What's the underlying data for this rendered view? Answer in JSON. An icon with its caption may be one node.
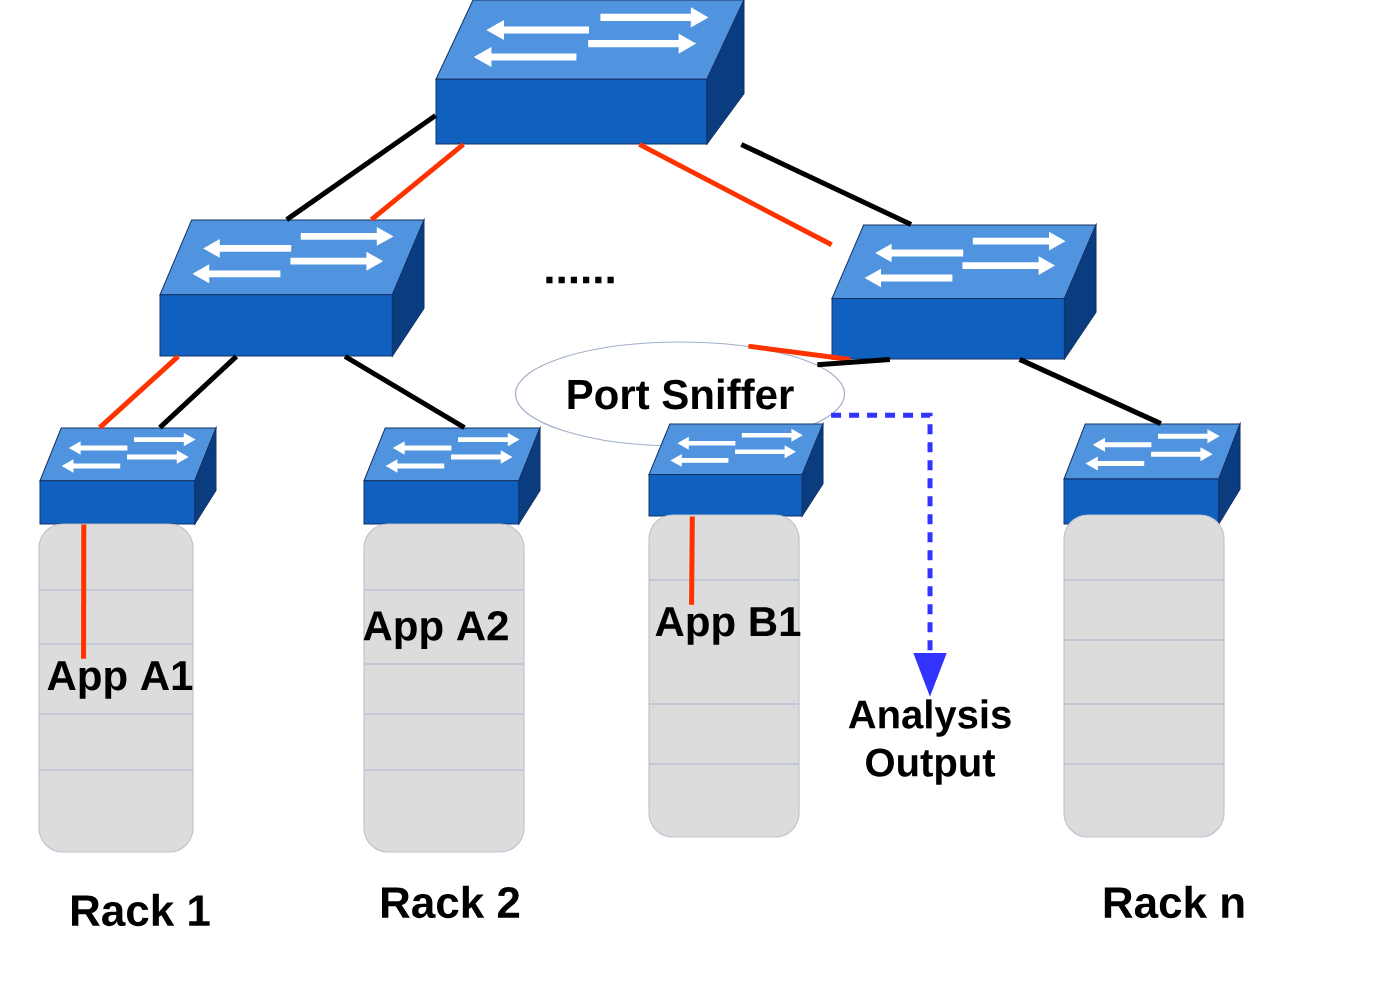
{
  "diagram": {
    "nodes": [
      {
        "text": [],
        "shape": "switch"
      },
      {
        "text": [],
        "shape": "switch"
      },
      {
        "text": [],
        "shape": "switch"
      },
      {
        "text": [
          "Port Sniffer"
        ]
      },
      {
        "text": [],
        "shape": "switch"
      },
      {
        "text": [],
        "shape": "switch"
      },
      {
        "text": [],
        "shape": "switch"
      },
      {
        "text": [],
        "shape": "switch"
      },
      {
        "text": [],
        "shape": "box",
        "beside": [
          "Rack 1"
        ]
      },
      {
        "text": [],
        "shape": "box",
        "beside": [
          "Rack 2"
        ]
      },
      {
        "text": [],
        "shape": "box"
      },
      {
        "text": [],
        "shape": "box",
        "beside": [
          "Rack n"
        ]
      },
      {
        "text": [
          "App A1"
        ],
        "in": 8
      },
      {
        "text": [
          "App A2"
        ],
        "in": 9
      },
      {
        "text": [
          "App B1"
        ],
        "in": 10
      },
      {
        "text": [
          "Analysis Output"
        ]
      }
    ],
    "edges": [
      {
        "from": 0,
        "to": 1,
        "arrow": "none",
        "color": "#000000"
      },
      {
        "from": 0,
        "to": 1,
        "arrow": "none",
        "color": "#ff3300"
      },
      {
        "from": 0,
        "to": 2,
        "arrow": "none",
        "color": "#ff3300"
      },
      {
        "from": 0,
        "to": 2,
        "arrow": "none",
        "color": "#000000"
      },
      {
        "from": 1,
        "to": 4,
        "arrow": "none",
        "color": "#ff3300"
      },
      {
        "from": 1,
        "to": 4,
        "arrow": "none",
        "color": "#000000"
      },
      {
        "from": 1,
        "to": 5,
        "arrow": "none",
        "color": "#000000"
      },
      {
        "from": 2,
        "to": 3,
        "arrow": "none",
        "color": "#ff3300"
      },
      {
        "from": 2,
        "to": 3,
        "arrow": "none",
        "color": "#000000"
      },
      {
        "from": 2,
        "to": 7,
        "arrow": "none",
        "color": "#000000"
      },
      {
        "from": 3,
        "to": 15,
        "arrow": "to",
        "style": "dashed",
        "color": "#3333ff"
      },
      {
        "from": 4,
        "to": 12,
        "arrow": "none",
        "color": "#ff3300"
      },
      {
        "from": 6,
        "to": 14,
        "arrow": "none",
        "color": "#ff3300"
      }
    ],
    "labels": [
      "......"
    ]
  }
}
